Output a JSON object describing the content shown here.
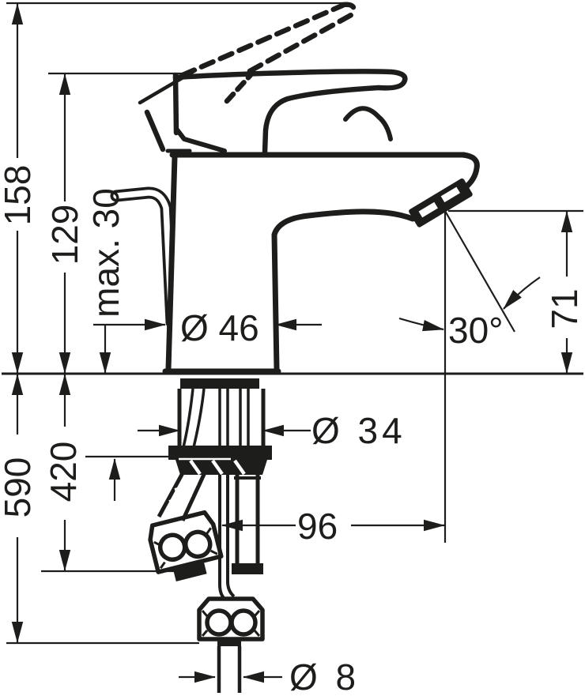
{
  "colors": {
    "ink": "#1d1d1b",
    "background": "#ffffff"
  },
  "dimensions": {
    "height_total": "158",
    "height_to_lever": "129",
    "mounting_thickness_max": "max. 30",
    "body_diameter": "Ø 46",
    "spray_angle": "30°",
    "outlet_height": "71",
    "shank_diameter": "Ø 34",
    "hose_clearance_length": "420",
    "hose_total_length": "590",
    "spout_reach": "96",
    "supply_pipe_diameter": "Ø 8"
  }
}
